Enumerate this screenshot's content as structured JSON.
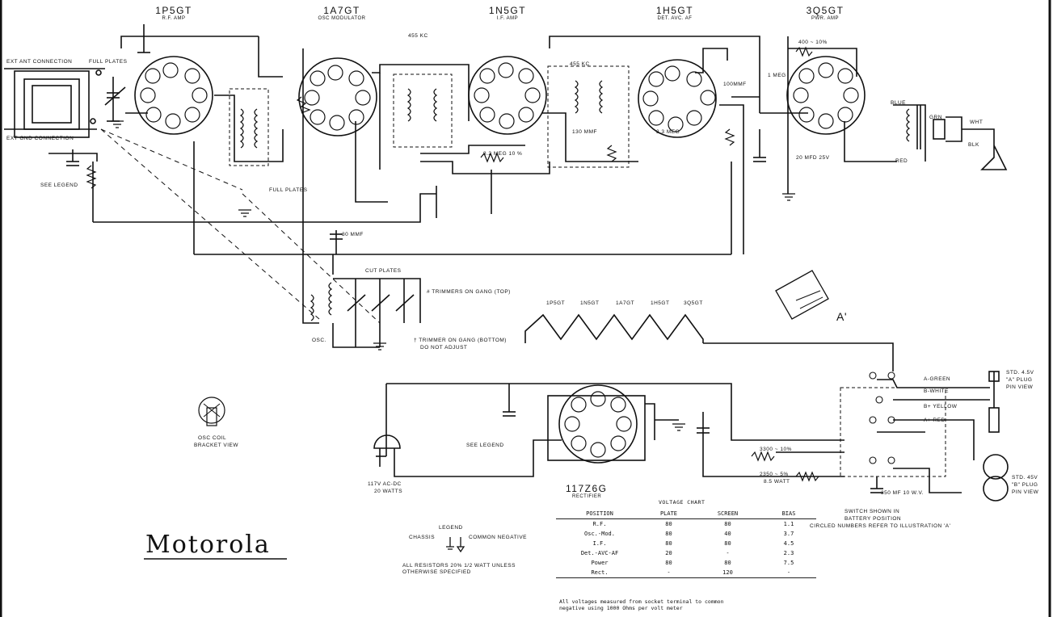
{
  "brand": "Motorola",
  "tubes": [
    {
      "name": "1P5GT",
      "role": "R.F. AMP"
    },
    {
      "name": "1A7GT",
      "role": "OSC MODULATOR"
    },
    {
      "name": "1N5GT",
      "role": "I.F. AMP"
    },
    {
      "name": "1H5GT",
      "role": "DET. AVC. AF"
    },
    {
      "name": "3Q5GT",
      "role": "PWR. AMP"
    }
  ],
  "rectifier": {
    "name": "117Z6G",
    "role": "RECTIFIER"
  },
  "labels": {
    "ext_ant": "EXT ANT CONNECTION",
    "ext_gnd": "EXT GND CONNECTION",
    "full_plates_top": "FULL PLATES",
    "full_plates_mid": "FULL PLATES",
    "cut_plates": "CUT PLATES",
    "trimmers_top": "# TRIMMERS ON GANG (TOP)",
    "trimmer_bottom_1": "† TRIMMER ON GANG (BOTTOM)",
    "trimmer_bottom_2": "DO NOT ADJUST",
    "see_legend_1": "SEE LEGEND",
    "see_legend_2": "SEE LEGEND",
    "osc": "OSC.",
    "osc_coil_1": "OSC COIL",
    "osc_coil_2": "BRACKET VIEW",
    "ac_1": "117V AC-DC",
    "ac_2": "20 WATTS",
    "if_455_1": "455 KC",
    "if_455_2": "455 KC",
    "mmf_100": "100MMF",
    "meg_1": "1 MEG",
    "ohm_400": "400 ~ 10%",
    "mfd_20": "20 MFD 25V",
    "blue": "BLUE",
    "red": "RED",
    "grn": "GRN",
    "wht": "WHT",
    "blk": "BLK",
    "a_green": "A-GREEN",
    "b_white": "B-WHITE",
    "b_yellow": "B+ YELLOW",
    "a_red": "A+ RED",
    "plug_a_1": "STD. 4.5V",
    "plug_a_2": "\"A\" PLUG",
    "plug_a_3": "PIN VIEW",
    "plug_b_1": "STD. 45V",
    "plug_b_2": "\"B\" PLUG",
    "plug_b_3": "PIN VIEW",
    "switch_1": "SWITCH SHOWN IN",
    "switch_2": "BATTERY POSITION",
    "switch_3": "CIRCLED NUMBERS REFER TO ILLUSTRATION 'A'",
    "illus_a": "A'",
    "r_3300": "3300 ~ 10%",
    "r_2350": "2350 ~ 5%",
    "r_2350b": "8.5 WATT",
    "cap_350": "350 MF 10 W.V.",
    "meg_82": "8.2 MEG 10 %",
    "mmf_30": "30 MMF",
    "mmf_130": "130 MMF",
    "meg_33": "3.3 MEG"
  },
  "legend": {
    "title": "LEGEND",
    "chassis": "CHASSIS",
    "common": "COMMON NEGATIVE",
    "resistors_1": "ALL RESISTORS 20% 1/2 WATT UNLESS",
    "resistors_2": "OTHERWISE SPECIFIED"
  },
  "voltage_chart": {
    "title": "VOLTAGE CHART",
    "headers": [
      "POSITION",
      "PLATE",
      "SCREEN",
      "BIAS"
    ],
    "rows": [
      [
        "R.F.",
        "80",
        "80",
        "1.1"
      ],
      [
        "Osc.-Mod.",
        "80",
        "40",
        "3.7"
      ],
      [
        "I.F.",
        "80",
        "80",
        "4.5"
      ],
      [
        "Det.-AVC-AF",
        "20",
        "-",
        "2.3"
      ],
      [
        "Power",
        "80",
        "80",
        "7.5"
      ],
      [
        "Rect.",
        "-",
        "120",
        "-"
      ]
    ],
    "note_1": "All voltages measured from socket terminal to common",
    "note_2": "negative using 1000 Ohms per volt meter"
  },
  "filament_tubes": [
    "1P5GT",
    "1N5GT",
    "1A7GT",
    "1H5GT",
    "3Q5GT"
  ]
}
